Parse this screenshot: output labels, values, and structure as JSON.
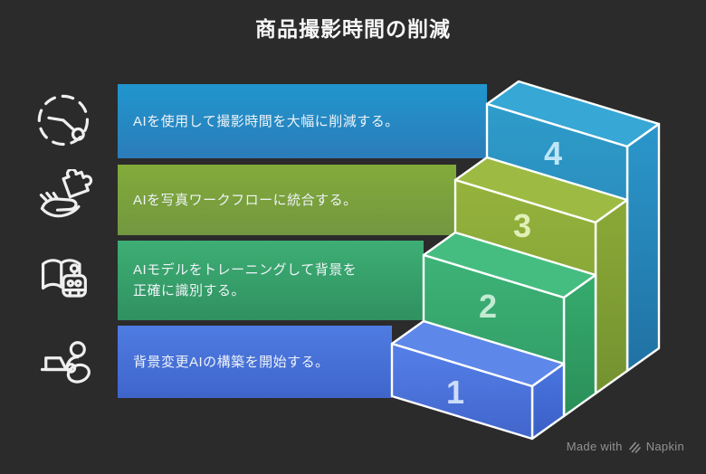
{
  "title": "商品撮影時間の削減",
  "background_color": "#2b2b2b",
  "rows": [
    {
      "icon": "stopwatch-icon",
      "label_lines": [
        "AIを使用して撮影時間を大幅に削減する。"
      ],
      "color_top": "#2196ce",
      "color_bottom": "#2b7cb8"
    },
    {
      "icon": "hand-puzzle-icon",
      "label_lines": [
        "AIを写真ワークフローに統合する。"
      ],
      "color_top": "#82ab3a",
      "color_bottom": "#739740"
    },
    {
      "icon": "book-robot-icon",
      "label_lines": [
        "AIモデルをトレーニングして背景を",
        "正確に識別する。"
      ],
      "color_top": "#3eae75",
      "color_bottom": "#2f9160"
    },
    {
      "icon": "person-laptop-icon",
      "label_lines": [
        "背景変更AIの構築を開始する。"
      ],
      "color_top": "#4f7ce2",
      "color_bottom": "#3f65cb"
    }
  ],
  "steps": [
    {
      "number": "1",
      "front_light": "#5580e8",
      "front_dark": "#4165cb",
      "top_color": "#5e87ea",
      "side_light": "#4a75e0",
      "side_dark": "#3a5fc5",
      "number_color": "#cddcf8"
    },
    {
      "number": "2",
      "front_light": "#3db377",
      "front_dark": "#2f9763",
      "top_color": "#46bd80",
      "side_light": "#36ab6e",
      "side_dark": "#2a8f58",
      "number_color": "#c2ebd2"
    },
    {
      "number": "3",
      "front_light": "#95b23d",
      "front_dark": "#7c9d31",
      "top_color": "#9dbb42",
      "side_light": "#8ba937",
      "side_dark": "#739230",
      "number_color": "#e1f0b6"
    },
    {
      "number": "4",
      "front_light": "#2e9cca",
      "front_dark": "#2679ad",
      "top_color": "#37a7d5",
      "side_light": "#2b97cb",
      "side_dark": "#2071a3",
      "number_color": "#bfe6f6"
    }
  ],
  "footer": {
    "made_with": "Made with",
    "brand": "Napkin"
  }
}
